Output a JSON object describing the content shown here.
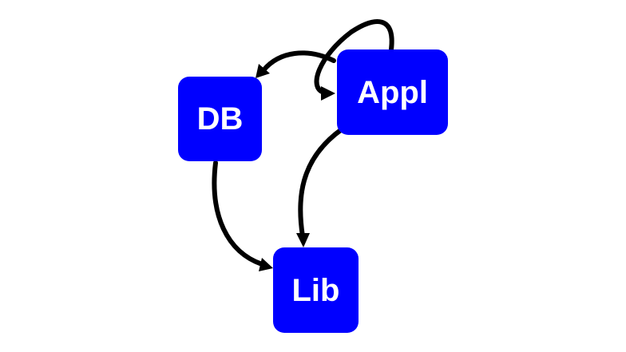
{
  "diagram": {
    "type": "directed-graph",
    "node_color": "#0000ff",
    "label_color": "#ffffff",
    "edge_color": "#000000",
    "nodes": [
      {
        "id": "db",
        "label": "DB"
      },
      {
        "id": "appl",
        "label": "Appl"
      },
      {
        "id": "lib",
        "label": "Lib"
      }
    ],
    "edges": [
      {
        "from": "appl",
        "to": "db"
      },
      {
        "from": "appl",
        "to": "appl"
      },
      {
        "from": "appl",
        "to": "lib"
      },
      {
        "from": "db",
        "to": "lib"
      }
    ]
  }
}
